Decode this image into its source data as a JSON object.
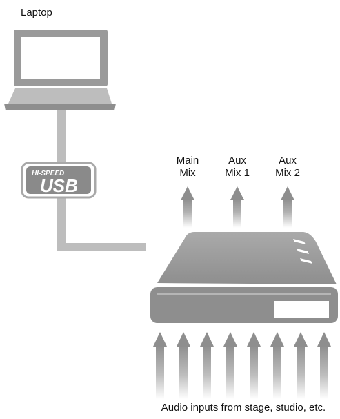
{
  "labels": {
    "laptop": "Laptop",
    "main_mix_line1": "Main",
    "main_mix_line2": "Mix",
    "aux1_line1": "Aux",
    "aux1_line2": "Mix 1",
    "aux2_line1": "Aux",
    "aux2_line2": "Mix 2",
    "inputs": "Audio inputs from stage, studio, etc."
  },
  "usb_logo": {
    "top_text": "HI-SPEED",
    "bottom_text": "USB"
  },
  "colors": {
    "device_gray": "#9a9a9a",
    "light_gray": "#b9b9b9",
    "text": "#111111"
  }
}
